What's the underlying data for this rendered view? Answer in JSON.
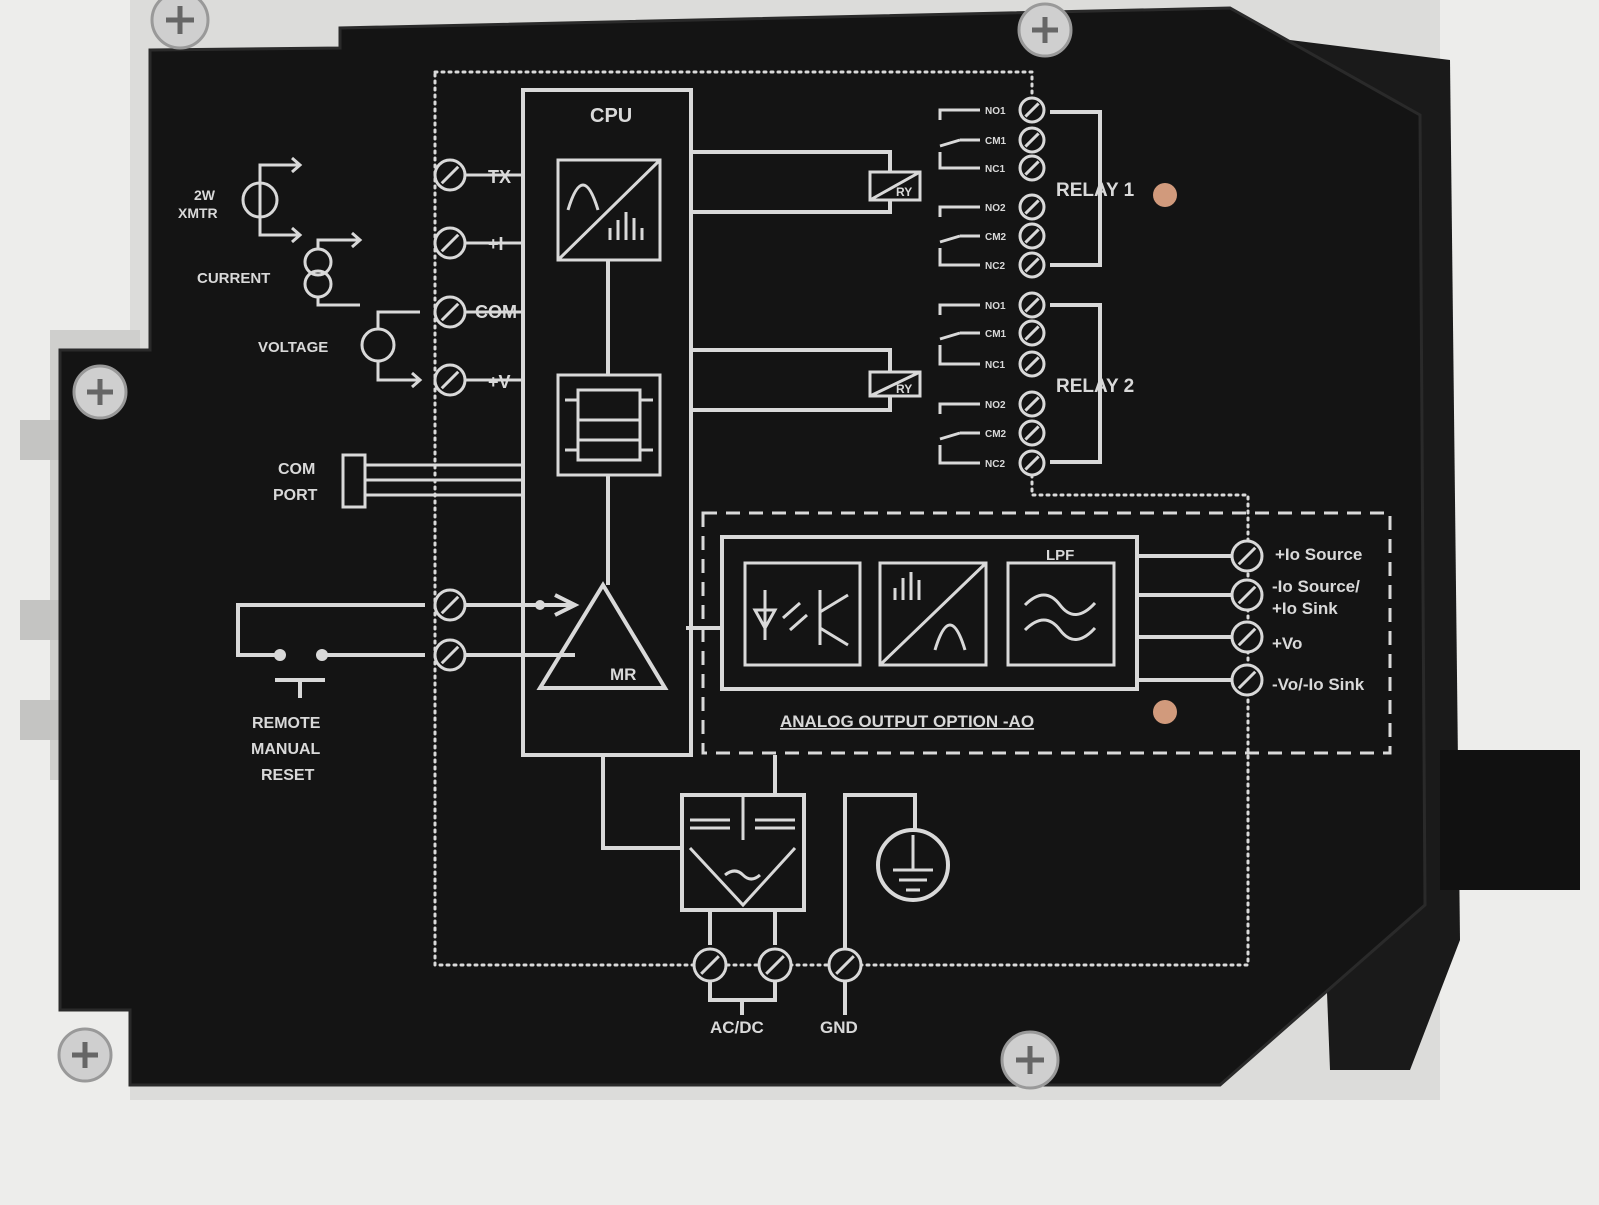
{
  "panel": {
    "cpu_label": "CPU",
    "mr_label": "MR",
    "lpf_label": "LPF",
    "ry_label": "RY",
    "inputs": {
      "xmtr_line1": "2W",
      "xmtr_line2": "XMTR",
      "current": "CURRENT",
      "voltage": "VOLTAGE",
      "tx": "TX",
      "plus_i": "+I",
      "com": "COM",
      "plus_v": "+V",
      "com_port_line1": "COM",
      "com_port_line2": "PORT",
      "reset_line1": "REMOTE",
      "reset_line2": "MANUAL",
      "reset_line3": "RESET"
    },
    "relays": [
      {
        "name": "RELAY 1",
        "terminals": [
          "NO1",
          "CM1",
          "NC1",
          "NO2",
          "CM2",
          "NC2"
        ]
      },
      {
        "name": "RELAY 2",
        "terminals": [
          "NO1",
          "CM1",
          "NC1",
          "NO2",
          "CM2",
          "NC2"
        ]
      }
    ],
    "analog_output": {
      "title": "ANALOG OUTPUT OPTION -AO",
      "terminals": [
        "+Io Source",
        "-Io Source/",
        "+Io Sink",
        "+Vo",
        "-Vo/-Io Sink"
      ]
    },
    "power": {
      "acdc": "AC/DC",
      "gnd": "GND"
    }
  }
}
